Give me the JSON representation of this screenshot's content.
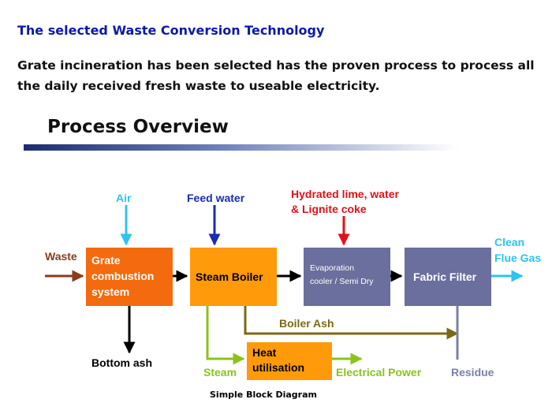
{
  "header": {
    "title": "The selected Waste Conversion Technology",
    "description": "Grate incineration has been selected has the proven process to process all the daily received fresh waste to useable electricity."
  },
  "section": {
    "title": "Process Overview"
  },
  "diagram": {
    "inputs": {
      "air": "Air",
      "feed_water": "Feed water",
      "hydrated_lime": [
        "Hydrated lime, water",
        "& Lignite coke"
      ],
      "waste": "Waste"
    },
    "nodes": {
      "grate": [
        "Grate",
        "combustion",
        "system"
      ],
      "steam_boiler": "Steam Boiler",
      "evaporation": [
        "Evaporation",
        "cooler / Semi Dry"
      ],
      "fabric_filter": "Fabric Filter",
      "heat_utilisation": [
        "Heat",
        "utilisation"
      ]
    },
    "outputs": {
      "clean_flue_gas": [
        "Clean",
        "Flue Gas"
      ],
      "bottom_ash": "Bottom ash",
      "boiler_ash": "Boiler Ash",
      "steam": "Steam",
      "electrical_power": "Electrical Power",
      "residue": "Residue"
    },
    "colors": {
      "grate_fill": "#f46a0f",
      "boiler_fill": "#ff9a0a",
      "heat_fill": "#ff9a0a",
      "evaporation_fill": "#6a6f9e",
      "filter_fill": "#6a6f9e",
      "air_arrow": "#2ec3f0",
      "feed_arrow": "#1a2cb0",
      "lime_arrow": "#e0101a",
      "waste_arrow": "#8b3a1a",
      "boiler_ash_line": "#7a6a14",
      "green_line": "#8cc21e",
      "residue_line": "#7a80a8"
    }
  },
  "caption": "Simple Block Diagram"
}
